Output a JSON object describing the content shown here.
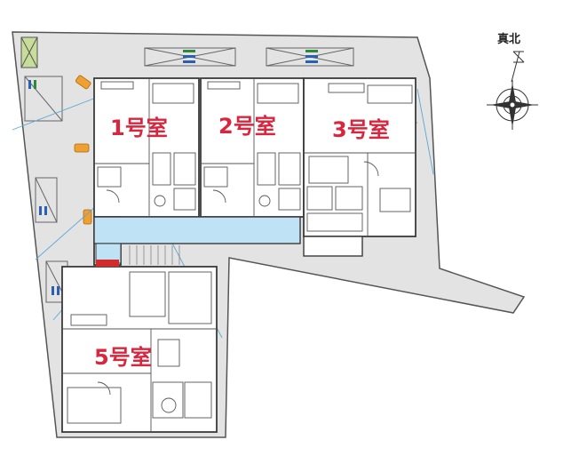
{
  "plan": {
    "room_labels": [
      "1号室",
      "2号室",
      "3号室",
      "5号室"
    ],
    "north_label": "真北"
  },
  "colors": {
    "site_fill": "#e3e3e3",
    "site_edge": "#555555",
    "room_fill": "#ffffff",
    "wall": "#3a3a3a",
    "corridor": "#bfe3f4",
    "label_red": "#d7263d",
    "bike": "#f0a030",
    "red_stripe": "#d22b2b",
    "parking_green": "#c8dd9a",
    "guide_line": "#5aa9d6"
  },
  "icons": [
    "compass-rose-icon",
    "north-arrow-icon"
  ]
}
